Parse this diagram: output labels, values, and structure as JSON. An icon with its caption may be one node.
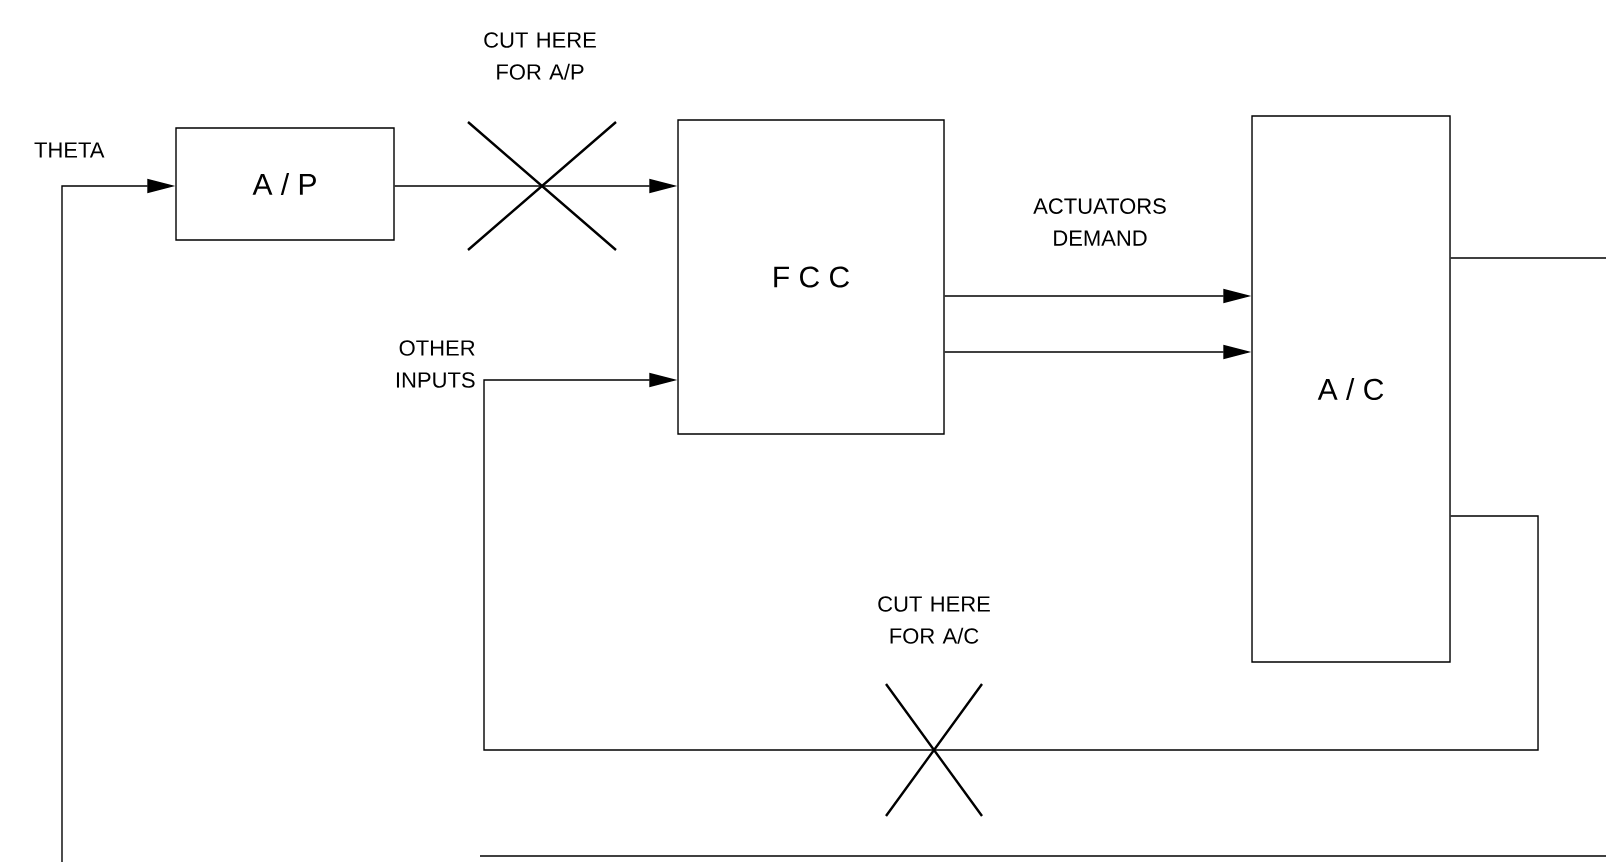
{
  "diagram": {
    "nodes": [
      {
        "text": [
          "A / P"
        ]
      },
      {
        "text": [
          "F C C"
        ]
      },
      {
        "text": [
          "A / C"
        ]
      }
    ],
    "edges": [
      {
        "from": null,
        "to": 0,
        "arrow": "to"
      },
      {
        "from": 0,
        "to": 1,
        "arrow": "to"
      },
      {
        "from": 1,
        "to": 2,
        "arrow": "to",
        "label": "ACTUATORS DEMAND"
      },
      {
        "from": 1,
        "to": 2,
        "arrow": "to"
      },
      {
        "from": 2,
        "to": null,
        "arrow": "none"
      },
      {
        "from": 2,
        "to": 1,
        "arrow": "to"
      }
    ],
    "labels": [
      "THETA",
      "CUT HERE FOR A/P",
      "OTHER INPUTS",
      "CUT HERE FOR A/C"
    ]
  }
}
